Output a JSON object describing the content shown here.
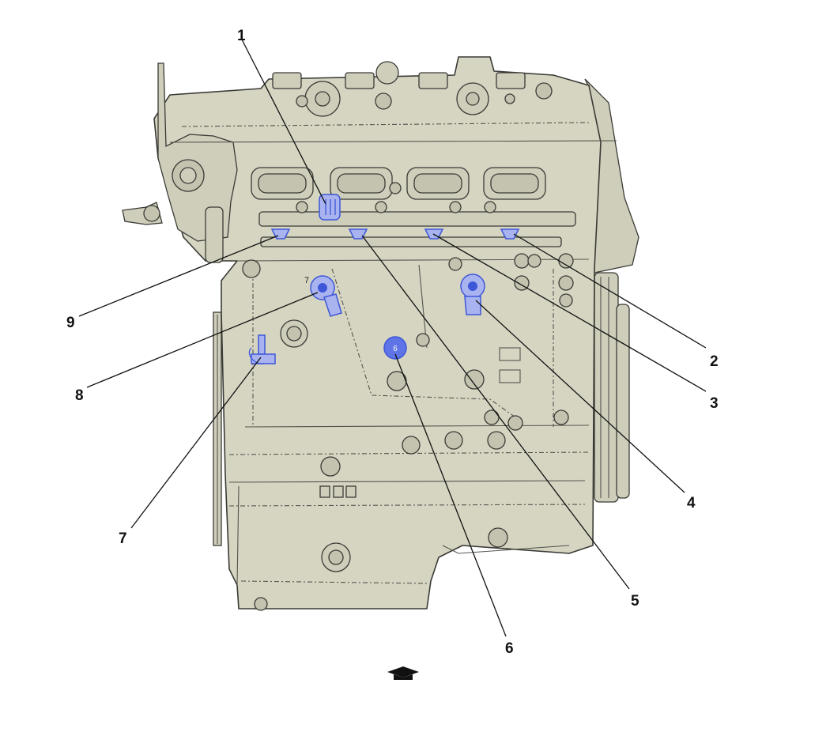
{
  "diagram": {
    "callouts": [
      "1",
      "2",
      "3",
      "4",
      "5",
      "6",
      "7",
      "8",
      "9"
    ],
    "inner_label": "7",
    "sensor_6_label": "6",
    "footer_icon": "graduation-cap-icon",
    "colors": {
      "engine_fill": "#d6d5c2",
      "outline": "#3a3a36",
      "sensor_highlight": "#a9b3f0",
      "sensor_stroke": "#3d57d8"
    }
  }
}
